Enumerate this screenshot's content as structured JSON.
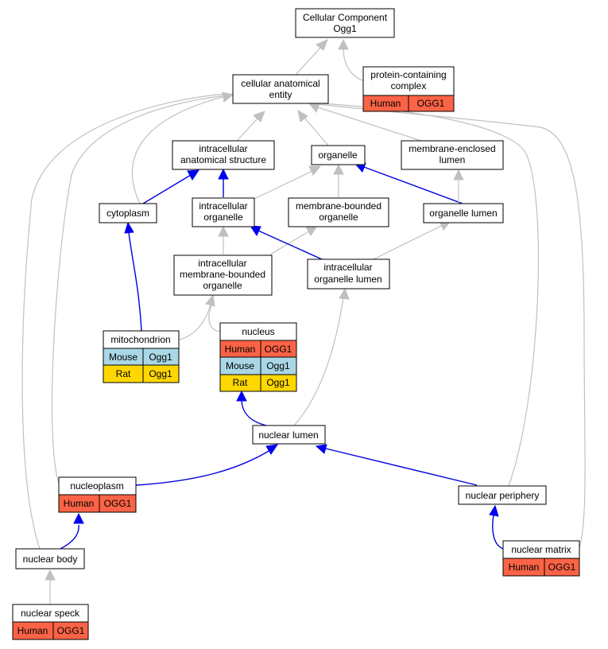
{
  "colors": {
    "human": "#fa6346",
    "mouse": "#aad7e6",
    "rat": "#ffd700",
    "edge_is_a": "#c0c0c0",
    "edge_part_of": "#0000ee"
  },
  "nodes": {
    "cellular_component": {
      "line1": "Cellular Component",
      "line2": "Ogg1"
    },
    "protein_containing_complex": {
      "line1": "protein-containing",
      "line2": "complex",
      "annot": [
        {
          "species": "Human",
          "gene": "OGG1"
        }
      ]
    },
    "cellular_anatomical_entity": {
      "line1": "cellular anatomical",
      "line2": "entity"
    },
    "intracellular_anatomical_structure": {
      "line1": "intracellular",
      "line2": "anatomical structure"
    },
    "organelle": {
      "line1": "organelle"
    },
    "membrane_enclosed_lumen": {
      "line1": "membrane-enclosed",
      "line2": "lumen"
    },
    "cytoplasm": {
      "line1": "cytoplasm"
    },
    "intracellular_organelle": {
      "line1": "intracellular",
      "line2": "organelle"
    },
    "membrane_bounded_organelle": {
      "line1": "membrane-bounded",
      "line2": "organelle"
    },
    "organelle_lumen": {
      "line1": "organelle lumen"
    },
    "intracellular_membrane_bounded_organelle": {
      "line1": "intracellular",
      "line2": "membrane-bounded",
      "line3": "organelle"
    },
    "intracellular_organelle_lumen": {
      "line1": "intracellular",
      "line2": "organelle lumen"
    },
    "mitochondrion": {
      "line1": "mitochondrion",
      "annot": [
        {
          "species": "Mouse",
          "gene": "Ogg1"
        },
        {
          "species": "Rat",
          "gene": "Ogg1"
        }
      ]
    },
    "nucleus": {
      "line1": "nucleus",
      "annot": [
        {
          "species": "Human",
          "gene": "OGG1"
        },
        {
          "species": "Mouse",
          "gene": "Ogg1"
        },
        {
          "species": "Rat",
          "gene": "Ogg1"
        }
      ]
    },
    "nuclear_lumen": {
      "line1": "nuclear lumen"
    },
    "nucleoplasm": {
      "line1": "nucleoplasm",
      "annot": [
        {
          "species": "Human",
          "gene": "OGG1"
        }
      ]
    },
    "nuclear_periphery": {
      "line1": "nuclear periphery"
    },
    "nuclear_body": {
      "line1": "nuclear body"
    },
    "nuclear_matrix": {
      "line1": "nuclear matrix",
      "annot": [
        {
          "species": "Human",
          "gene": "OGG1"
        }
      ]
    },
    "nuclear_speck": {
      "line1": "nuclear speck",
      "annot": [
        {
          "species": "Human",
          "gene": "OGG1"
        }
      ]
    }
  }
}
